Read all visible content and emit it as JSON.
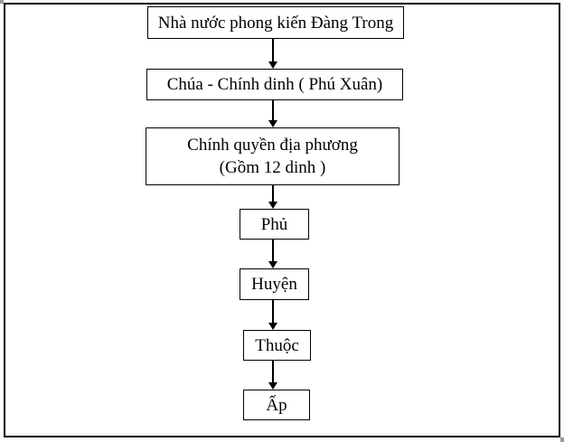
{
  "diagram": {
    "type": "flowchart",
    "description": "Top-down organizational flowchart connected by downward arrows",
    "boxes": [
      {
        "label": "Nhà nước phong kiến Đàng Trong"
      },
      {
        "label": "Chúa - Chính dinh ( Phú Xuân)"
      },
      {
        "label_line1": "Chính quyền địa phương",
        "label_line2": "(Gồm 12 dinh )"
      },
      {
        "label": "Phủ"
      },
      {
        "label": "Huyện"
      },
      {
        "label": "Thuộc"
      },
      {
        "label": "Ấp"
      }
    ],
    "colors": {
      "border": "#000000",
      "text": "#000000",
      "background": "#ffffff"
    }
  }
}
